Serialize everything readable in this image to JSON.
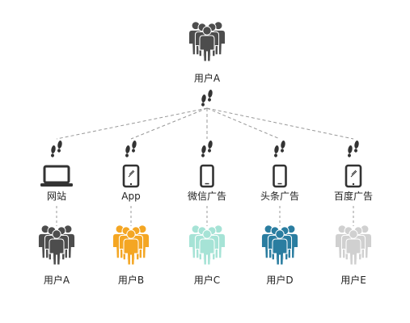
{
  "root": {
    "label": "用户A"
  },
  "channels": [
    {
      "name": "网站",
      "device": "laptop"
    },
    {
      "name": "App",
      "device": "tablet"
    },
    {
      "name": "微信广告",
      "device": "phone"
    },
    {
      "name": "头条广告",
      "device": "phone"
    },
    {
      "name": "百度广告",
      "device": "tablet"
    }
  ],
  "users": [
    {
      "label": "用户A",
      "color": "#4d4d4d"
    },
    {
      "label": "用户B",
      "color": "#f4a623"
    },
    {
      "label": "用户C",
      "color": "#a6e3d6"
    },
    {
      "label": "用户D",
      "color": "#2a7da0"
    },
    {
      "label": "用户E",
      "color": "#d0d0d0"
    }
  ],
  "colors": {
    "root_people": "#4d4d4d",
    "footprints": "#333333",
    "device": "#333333",
    "dash": "#999999"
  },
  "icons": {
    "group": "people-group-icon",
    "footprints": "footprints-icon",
    "laptop": "laptop-icon",
    "tablet": "tablet-icon",
    "phone": "phone-icon"
  }
}
